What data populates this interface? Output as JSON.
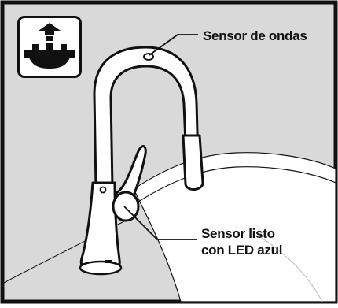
{
  "labels": {
    "wave_sensor": "Sensor de ondas",
    "ready_sensor_line1": "Sensor listo",
    "ready_sensor_line2": "con LED azul"
  },
  "icons": {
    "mode_icon": "raised-spray-head-icon"
  },
  "colors": {
    "background": "#d9d9d9",
    "border": "#111111",
    "faucet_fill": "#ffffff",
    "sink_fill": "#ffffff",
    "ink": "#111111"
  }
}
